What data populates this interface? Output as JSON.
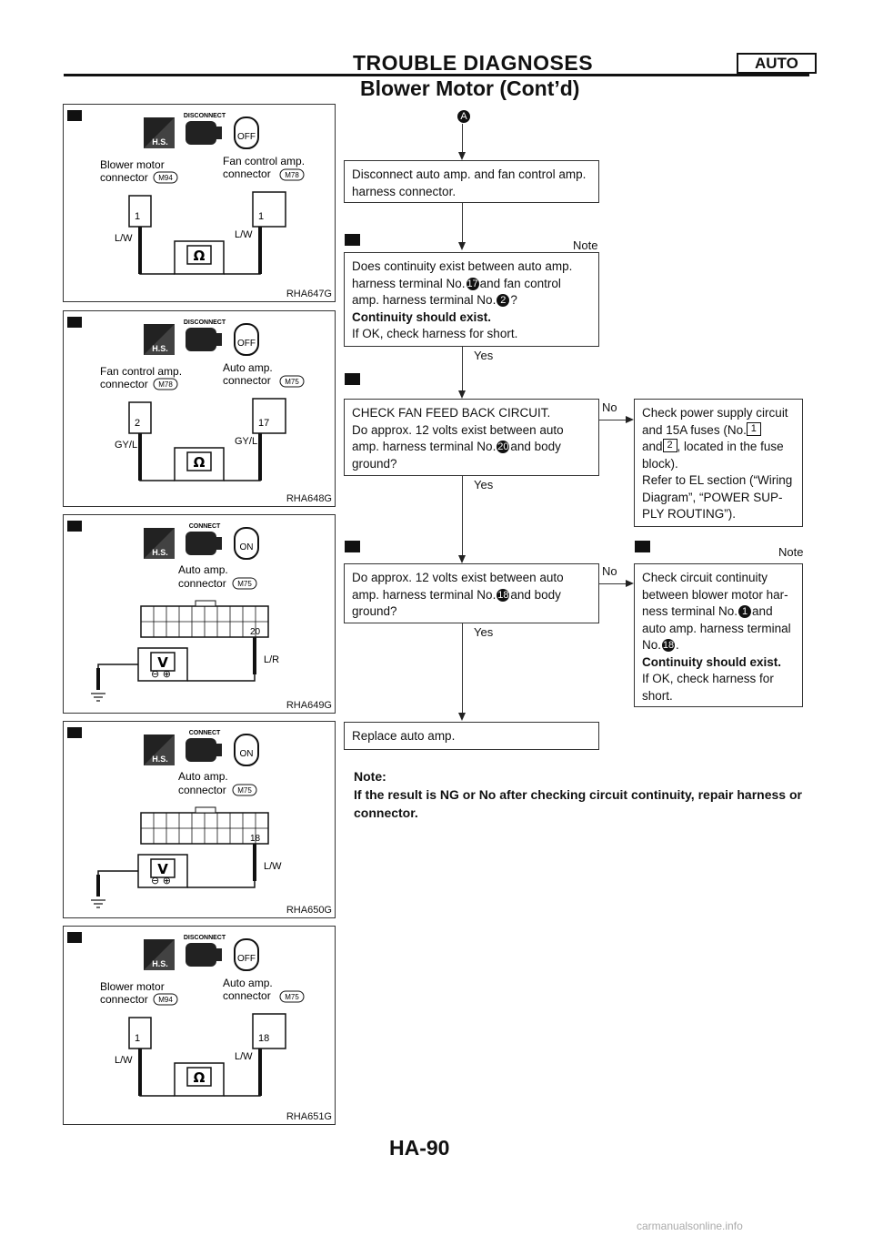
{
  "header": {
    "title": "TROUBLE DIAGNOSES",
    "badge": "AUTO",
    "subtitle": "Blower Motor (Cont’d)"
  },
  "figures": [
    {
      "label_icon": "E",
      "tag": "H.S.",
      "state": "DISCONNECT",
      "key": "OFF",
      "left_name": "Blower motor",
      "left_name2": "connector",
      "left_code": "M94",
      "right_name": "Fan control amp.",
      "right_name2": "connector",
      "right_code": "M78",
      "left_pin": "1",
      "right_pin": "1",
      "left_wire": "L/W",
      "right_wire": "L/W",
      "meter": "Ω",
      "fig_id": "RHA647G"
    },
    {
      "label_icon": "F",
      "tag": "H.S.",
      "state": "DISCONNECT",
      "key": "OFF",
      "left_name": "Fan control amp.",
      "left_name2": "connector",
      "left_code": "M78",
      "right_name": "Auto amp.",
      "right_name2": "connector",
      "right_code": "M75",
      "left_pin": "2",
      "right_pin": "17",
      "left_wire": "GY/L",
      "right_wire": "GY/L",
      "meter": "Ω",
      "fig_id": "RHA648G"
    },
    {
      "label_icon": "G",
      "tag": "H.S.",
      "state": "CONNECT",
      "key": "ON",
      "name": "Auto amp.",
      "name2": "connector",
      "code": "M75",
      "pin": "20",
      "wire": "L/R",
      "meter": "V",
      "fig_id": "RHA649G"
    },
    {
      "label_icon": "H",
      "tag": "H.S.",
      "state": "CONNECT",
      "key": "ON",
      "name": "Auto amp.",
      "name2": "connector",
      "code": "M75",
      "pin": "18",
      "wire": "L/W",
      "meter": "V",
      "fig_id": "RHA650G"
    },
    {
      "label_icon": "I",
      "tag": "H.S.",
      "state": "DISCONNECT",
      "key": "OFF",
      "left_name": "Blower motor",
      "left_name2": "connector",
      "left_code": "M94",
      "right_name": "Auto amp.",
      "right_name2": "connector",
      "right_code": "M75",
      "left_pin": "1",
      "right_pin": "18",
      "left_wire": "L/W",
      "right_wire": "L/W",
      "meter": "Ω",
      "fig_id": "RHA651G"
    }
  ],
  "flow": {
    "start": "A",
    "step1": {
      "line1": "Disconnect auto amp. and fan control amp.",
      "line2": "harness connector."
    },
    "note1": "Note",
    "step2": {
      "l1": "Does continuity exist between auto amp.",
      "l2a": "harness terminal No.",
      "n1": "17",
      "l2b": "and fan control",
      "l3a": "amp. harness terminal No.",
      "n2": "2",
      "l3b": "?",
      "l4": "Continuity should exist.",
      "l5": "If OK, check harness for short."
    },
    "yes1": "Yes",
    "step3": {
      "l1": "CHECK FAN FEED BACK CIRCUIT.",
      "l2": "Do approx. 12 volts exist between auto",
      "l3a": "amp. harness terminal No.",
      "n1": "20",
      "l3b": "and body",
      "l4": "ground?"
    },
    "yes2": "Yes",
    "no1": "No",
    "side1": {
      "l1": "Check power supply circuit",
      "l2a": "and 15A fuses (No.",
      "f1": "1",
      "l3a": "and",
      "f2": "2",
      "l3b": ", located in the fuse",
      "l4": "block).",
      "l5": "Refer to EL section (“Wiring",
      "l6": "Diagram”, “POWER SUP-",
      "l7": "PLY ROUTING”)."
    },
    "step4": {
      "l1": "Do approx. 12 volts exist between auto",
      "l2a": "amp. harness terminal No.",
      "n1": "18",
      "l2b": "and body",
      "l3": "ground?"
    },
    "yes3": "Yes",
    "no2": "No",
    "note2": "Note",
    "side2": {
      "l1": "Check circuit continuity",
      "l2": "between blower motor har-",
      "l3a": "ness terminal No.",
      "n1": "1",
      "l3b": "and",
      "l4": "auto amp. harness terminal",
      "l5a": "No.",
      "n2": "18",
      "l5b": ".",
      "l6": "Continuity should exist.",
      "l7": "If OK, check harness for",
      "l8": "short."
    },
    "step5": "Replace auto amp."
  },
  "note": {
    "title": "Note:",
    "text": "If the result is NG or No after checking circuit continuity, repair harness or connector."
  },
  "page": "HA-90",
  "watermark": "carmanualsonline.info"
}
